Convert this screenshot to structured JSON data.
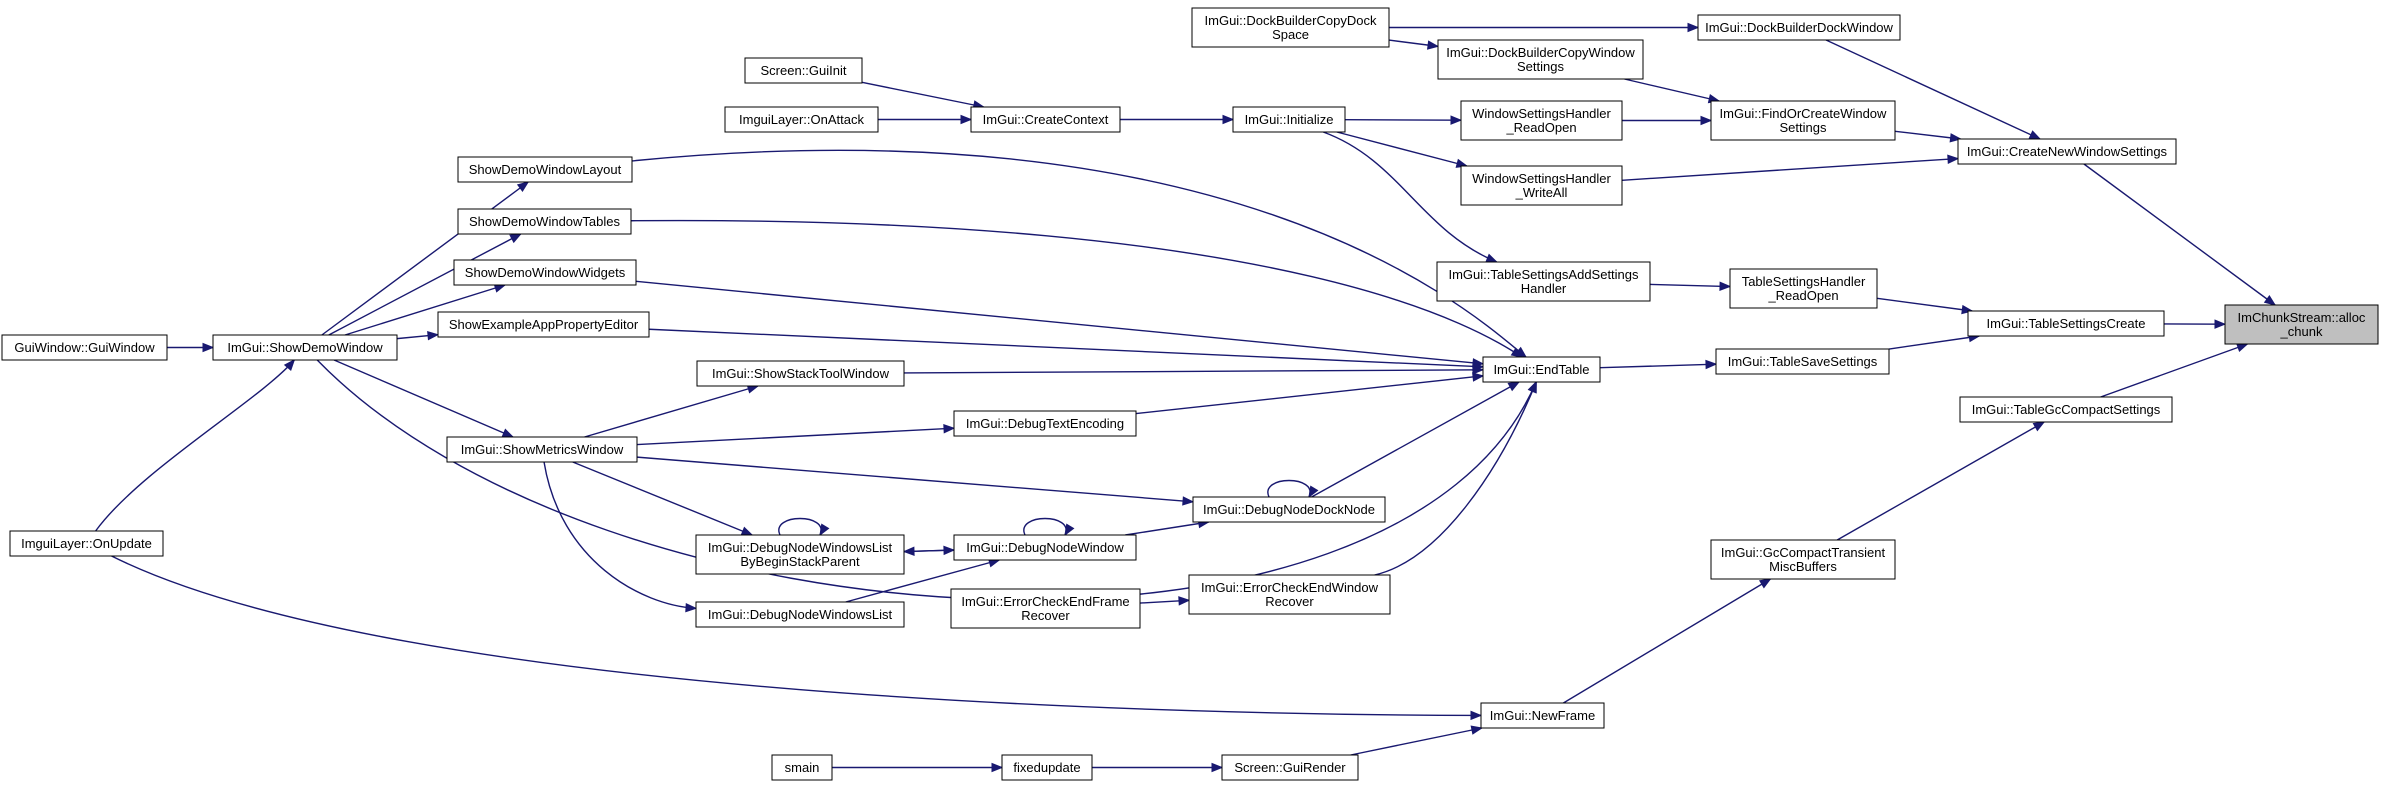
{
  "nodes": {
    "alloc_chunk": [
      "ImChunkStream::alloc",
      "_chunk"
    ],
    "CreateNewWindowSettings": [
      "ImGui::CreateNewWindowSettings"
    ],
    "TableSettingsCreate": [
      "ImGui::TableSettingsCreate"
    ],
    "TableGcCompactSettings": [
      "ImGui::TableGcCompactSettings"
    ],
    "DockBuilderDockWindow": [
      "ImGui::DockBuilderDockWindow"
    ],
    "FindOrCreateWindowSettings": [
      "ImGui::FindOrCreateWindow",
      "Settings"
    ],
    "DockBuilderCopyDockSpace": [
      "ImGui::DockBuilderCopyDock",
      "Space"
    ],
    "DockBuilderCopyWindowSettings": [
      "ImGui::DockBuilderCopyWindow",
      "Settings"
    ],
    "WSH_ReadOpen": [
      "WindowSettingsHandler",
      "_ReadOpen"
    ],
    "WSH_WriteAll": [
      "WindowSettingsHandler",
      "_WriteAll"
    ],
    "Initialize": [
      "ImGui::Initialize"
    ],
    "CreateContext": [
      "ImGui::CreateContext"
    ],
    "GuiInit": [
      "Screen::GuiInit"
    ],
    "OnAttack": [
      "ImguiLayer::OnAttack"
    ],
    "TSH_ReadOpen": [
      "TableSettingsHandler",
      "_ReadOpen"
    ],
    "TableSettingsAddSettingsHandler": [
      "ImGui::TableSettingsAddSettings",
      "Handler"
    ],
    "TableSaveSettings": [
      "ImGui::TableSaveSettings"
    ],
    "EndTable": [
      "ImGui::EndTable"
    ],
    "ShowDemoWindowLayout": [
      "ShowDemoWindowLayout"
    ],
    "ShowDemoWindowTables": [
      "ShowDemoWindowTables"
    ],
    "ShowDemoWindowWidgets": [
      "ShowDemoWindowWidgets"
    ],
    "ShowExampleAppPropertyEditor": [
      "ShowExampleAppPropertyEditor"
    ],
    "ShowDemoWindow": [
      "ImGui::ShowDemoWindow"
    ],
    "GuiWindow": [
      "GuiWindow::GuiWindow"
    ],
    "ShowStackToolWindow": [
      "ImGui::ShowStackToolWindow"
    ],
    "DebugTextEncoding": [
      "ImGui::DebugTextEncoding"
    ],
    "ShowMetricsWindow": [
      "ImGui::ShowMetricsWindow"
    ],
    "DebugNodeDockNode": [
      "ImGui::DebugNodeDockNode"
    ],
    "DebugNodeWindow": [
      "ImGui::DebugNodeWindow"
    ],
    "DebugNodeWindowsListByBegin": [
      "ImGui::DebugNodeWindowsList",
      "ByBeginStackParent"
    ],
    "DebugNodeWindowsList": [
      "ImGui::DebugNodeWindowsList"
    ],
    "ErrorCheckEndWindowRecover": [
      "ImGui::ErrorCheckEndWindow",
      "Recover"
    ],
    "ErrorCheckEndFrameRecover": [
      "ImGui::ErrorCheckEndFrame",
      "Recover"
    ],
    "OnUpdate": [
      "ImguiLayer::OnUpdate"
    ],
    "GcCompactTransientMiscBuffers": [
      "ImGui::GcCompactTransient",
      "MiscBuffers"
    ],
    "NewFrame": [
      "ImGui::NewFrame"
    ],
    "GuiRender": [
      "Screen::GuiRender"
    ],
    "fixedupdate": [
      "fixedupdate"
    ],
    "smain": [
      "smain"
    ]
  },
  "highlighted": "alloc_chunk",
  "colors": {
    "edge": "#191970",
    "highlight_fill": "#bfbfbf",
    "box_fill": "#ffffff"
  },
  "edges": [
    [
      "CreateNewWindowSettings",
      "alloc_chunk"
    ],
    [
      "TableSettingsCreate",
      "alloc_chunk"
    ],
    [
      "TableGcCompactSettings",
      "alloc_chunk"
    ],
    [
      "DockBuilderDockWindow",
      "CreateNewWindowSettings"
    ],
    [
      "FindOrCreateWindowSettings",
      "CreateNewWindowSettings"
    ],
    [
      "WSH_WriteAll",
      "CreateNewWindowSettings"
    ],
    [
      "DockBuilderCopyDockSpace",
      "DockBuilderDockWindow"
    ],
    [
      "DockBuilderCopyWindowSettings",
      "FindOrCreateWindowSettings"
    ],
    [
      "WSH_ReadOpen",
      "FindOrCreateWindowSettings"
    ],
    [
      "DockBuilderCopyDockSpace",
      "DockBuilderCopyWindowSettings"
    ],
    [
      "Initialize",
      "WSH_ReadOpen"
    ],
    [
      "Initialize",
      "WSH_WriteAll"
    ],
    [
      "Initialize",
      "TableSettingsAddSettingsHandler"
    ],
    [
      "CreateContext",
      "Initialize"
    ],
    [
      "GuiInit",
      "CreateContext"
    ],
    [
      "OnAttack",
      "CreateContext"
    ],
    [
      "TSH_ReadOpen",
      "TableSettingsCreate"
    ],
    [
      "TableSaveSettings",
      "TableSettingsCreate"
    ],
    [
      "TableSettingsAddSettingsHandler",
      "TSH_ReadOpen"
    ],
    [
      "EndTable",
      "TableSaveSettings"
    ],
    [
      "ShowDemoWindowLayout",
      "EndTable"
    ],
    [
      "ShowDemoWindowTables",
      "EndTable"
    ],
    [
      "ShowDemoWindowWidgets",
      "EndTable"
    ],
    [
      "ShowExampleAppPropertyEditor",
      "EndTable"
    ],
    [
      "ShowDemoWindow",
      "EndTable"
    ],
    [
      "ShowStackToolWindow",
      "EndTable"
    ],
    [
      "DebugTextEncoding",
      "EndTable"
    ],
    [
      "DebugNodeDockNode",
      "EndTable"
    ],
    [
      "ErrorCheckEndWindowRecover",
      "EndTable"
    ],
    [
      "ShowDemoWindow",
      "ShowDemoWindowLayout"
    ],
    [
      "ShowDemoWindow",
      "ShowDemoWindowTables"
    ],
    [
      "ShowDemoWindow",
      "ShowDemoWindowWidgets"
    ],
    [
      "ShowDemoWindow",
      "ShowExampleAppPropertyEditor"
    ],
    [
      "ShowDemoWindow",
      "ShowMetricsWindow"
    ],
    [
      "GuiWindow",
      "ShowDemoWindow"
    ],
    [
      "OnUpdate",
      "ShowDemoWindow"
    ],
    [
      "ShowMetricsWindow",
      "ShowStackToolWindow"
    ],
    [
      "ShowMetricsWindow",
      "DebugTextEncoding"
    ],
    [
      "ShowMetricsWindow",
      "DebugNodeDockNode"
    ],
    [
      "ShowMetricsWindow",
      "DebugNodeWindowsListByBegin"
    ],
    [
      "ShowMetricsWindow",
      "DebugNodeWindowsList"
    ],
    [
      "DebugNodeWindow",
      "DebugNodeDockNode"
    ],
    [
      "DebugNodeDockNode",
      "DebugNodeDockNode"
    ],
    [
      "DebugNodeWindow",
      "DebugNodeWindow"
    ],
    [
      "DebugNodeWindowsListByBegin",
      "DebugNodeWindowsListByBegin"
    ],
    [
      "DebugNodeWindowsListByBegin",
      "DebugNodeWindow"
    ],
    [
      "DebugNodeWindowsList",
      "DebugNodeWindow"
    ],
    [
      "DebugNodeWindow",
      "DebugNodeWindowsListByBegin"
    ],
    [
      "ErrorCheckEndFrameRecover",
      "ErrorCheckEndWindowRecover"
    ],
    [
      "GcCompactTransientMiscBuffers",
      "TableGcCompactSettings"
    ],
    [
      "NewFrame",
      "GcCompactTransientMiscBuffers"
    ],
    [
      "OnUpdate",
      "NewFrame"
    ],
    [
      "GuiRender",
      "NewFrame"
    ],
    [
      "fixedupdate",
      "GuiRender"
    ],
    [
      "smain",
      "fixedupdate"
    ]
  ]
}
